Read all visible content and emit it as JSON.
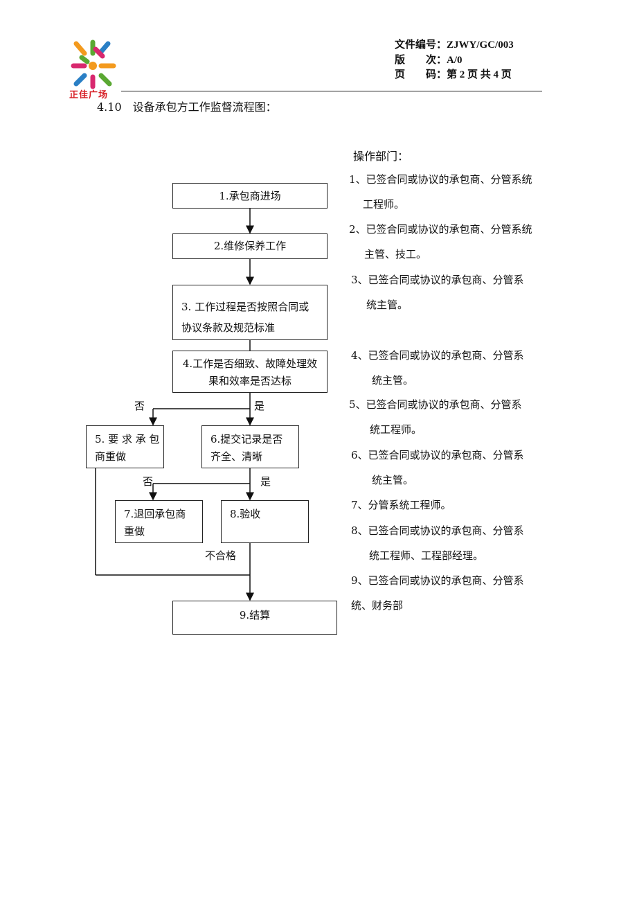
{
  "header": {
    "logo_text": "正佳广场",
    "file_no_label": "文件编号：",
    "file_no": "ZJWY/GC/003",
    "version_label": "版　　次：",
    "version": "A/0",
    "page_label": "页　　码：",
    "page_value": "第 2 页 共 4 页"
  },
  "section_title": "4.10　设备承包方工作监督流程图：",
  "dept_title": "操作部门：",
  "flow": {
    "step1": "1.承包商进场",
    "step2": "2.维修保养工作",
    "step3_l1": "3. 工作过程是否按照合同或",
    "step3_l2": "协议条款及规范标准",
    "step4_l1": "4.工作是否细致、故障处理效",
    "step4_l2": "果和效率是否达标",
    "step5_l1": "5. 要 求 承 包",
    "step5_l2": "商重做",
    "step6_l1": "6.提交记录是否",
    "step6_l2": "齐全、清晰",
    "step7_l1": "7.退回承包商",
    "step7_l2": "重做",
    "step8": "8.验收",
    "step9": "9.结算",
    "no1": "否",
    "yes1": "是",
    "no2": "否",
    "yes2": "是",
    "fail": "不合格"
  },
  "departments": [
    {
      "l1": "1、已签合同或协议的承包商、分管系统",
      "l2": "工程师。"
    },
    {
      "l1": "2、已签合同或协议的承包商、分管系统",
      "l2": "主管、技工。"
    },
    {
      "l1": "3、已签合同或协议的承包商、分管系",
      "l2": "统主管。"
    },
    {
      "l1": "4、已签合同或协议的承包商、分管系",
      "l2": "统主管。"
    },
    {
      "l1": "5、已签合同或协议的承包商、分管系",
      "l2": "统工程师。"
    },
    {
      "l1": "6、已签合同或协议的承包商、分管系",
      "l2": "统主管。"
    },
    {
      "l1": "7、分管系统工程师。"
    },
    {
      "l1": "8、已签合同或协议的承包商、分管系",
      "l2": "统工程师、工程部经理。"
    },
    {
      "l1": "9、已签合同或协议的承包商、分管系",
      "l2": "统、财务部"
    }
  ],
  "colors": {
    "logo_green": "#5aa832",
    "logo_orange": "#f39a1e",
    "logo_magenta": "#d8286e",
    "logo_blue": "#2a7fc5",
    "logo_red_text": "#d71f26"
  }
}
